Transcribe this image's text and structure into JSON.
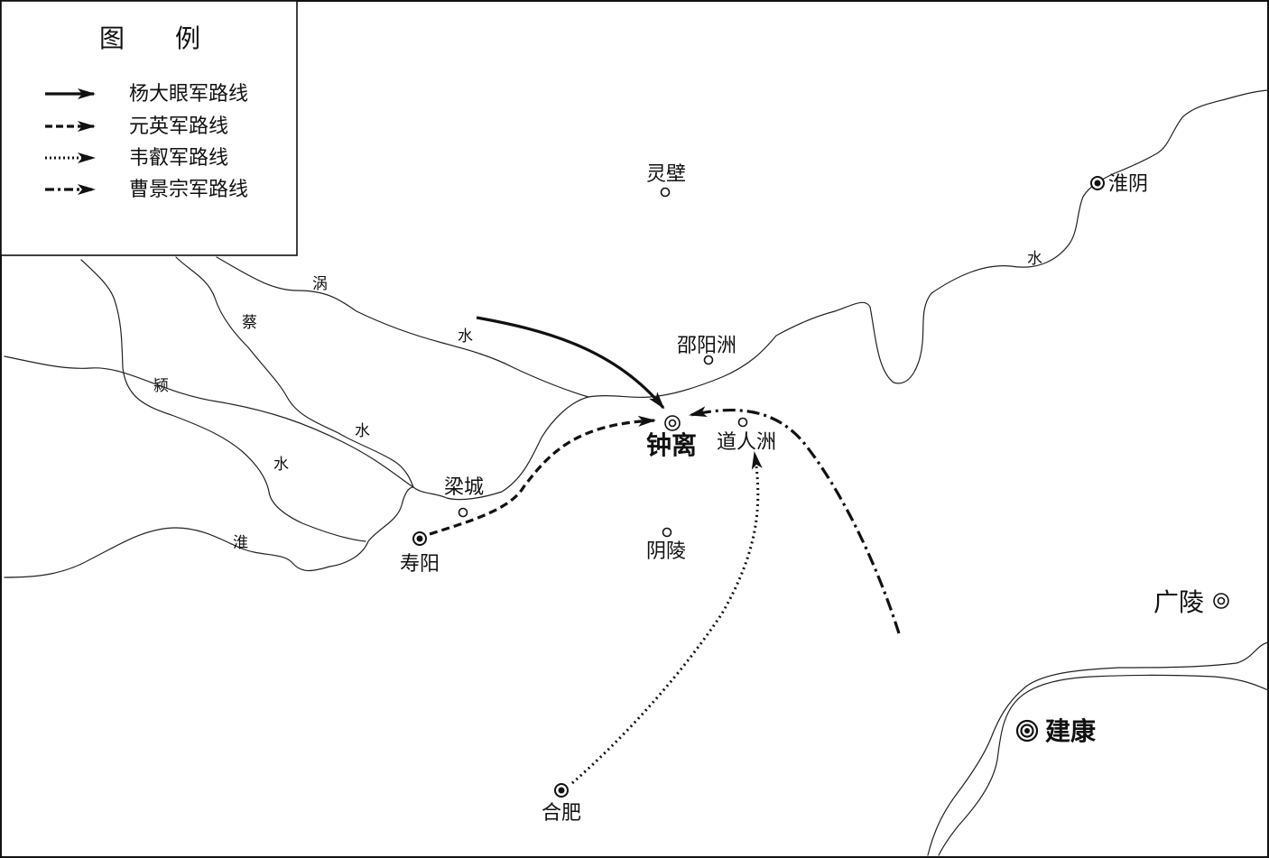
{
  "legend": {
    "title": "图　　例",
    "items": [
      {
        "label": "杨大眼军路线",
        "style": "solid"
      },
      {
        "label": "元英军路线",
        "style": "dashed"
      },
      {
        "label": "韦叡军路线",
        "style": "dotted"
      },
      {
        "label": "曹景宗军路线",
        "style": "dash-dot"
      }
    ]
  },
  "rivers": {
    "guo": [
      "涡",
      "水"
    ],
    "cai": [
      "蔡",
      "水"
    ],
    "ying": [
      "颍",
      "水"
    ],
    "huai": [
      "淮",
      "水"
    ]
  },
  "places": {
    "lingbi": "灵壁",
    "huaiyin": "淮阴",
    "shaoyangzhou": "邵阳洲",
    "zhongli": "钟离",
    "daorenzhou": "道人洲",
    "liangcheng": "梁城",
    "shouyang": "寿阳",
    "yinling": "阴陵",
    "guangling": "广陵",
    "jiankang": "建康",
    "hefei": "合肥"
  },
  "colors": {
    "ink": "#111111",
    "background": "#ffffff"
  }
}
